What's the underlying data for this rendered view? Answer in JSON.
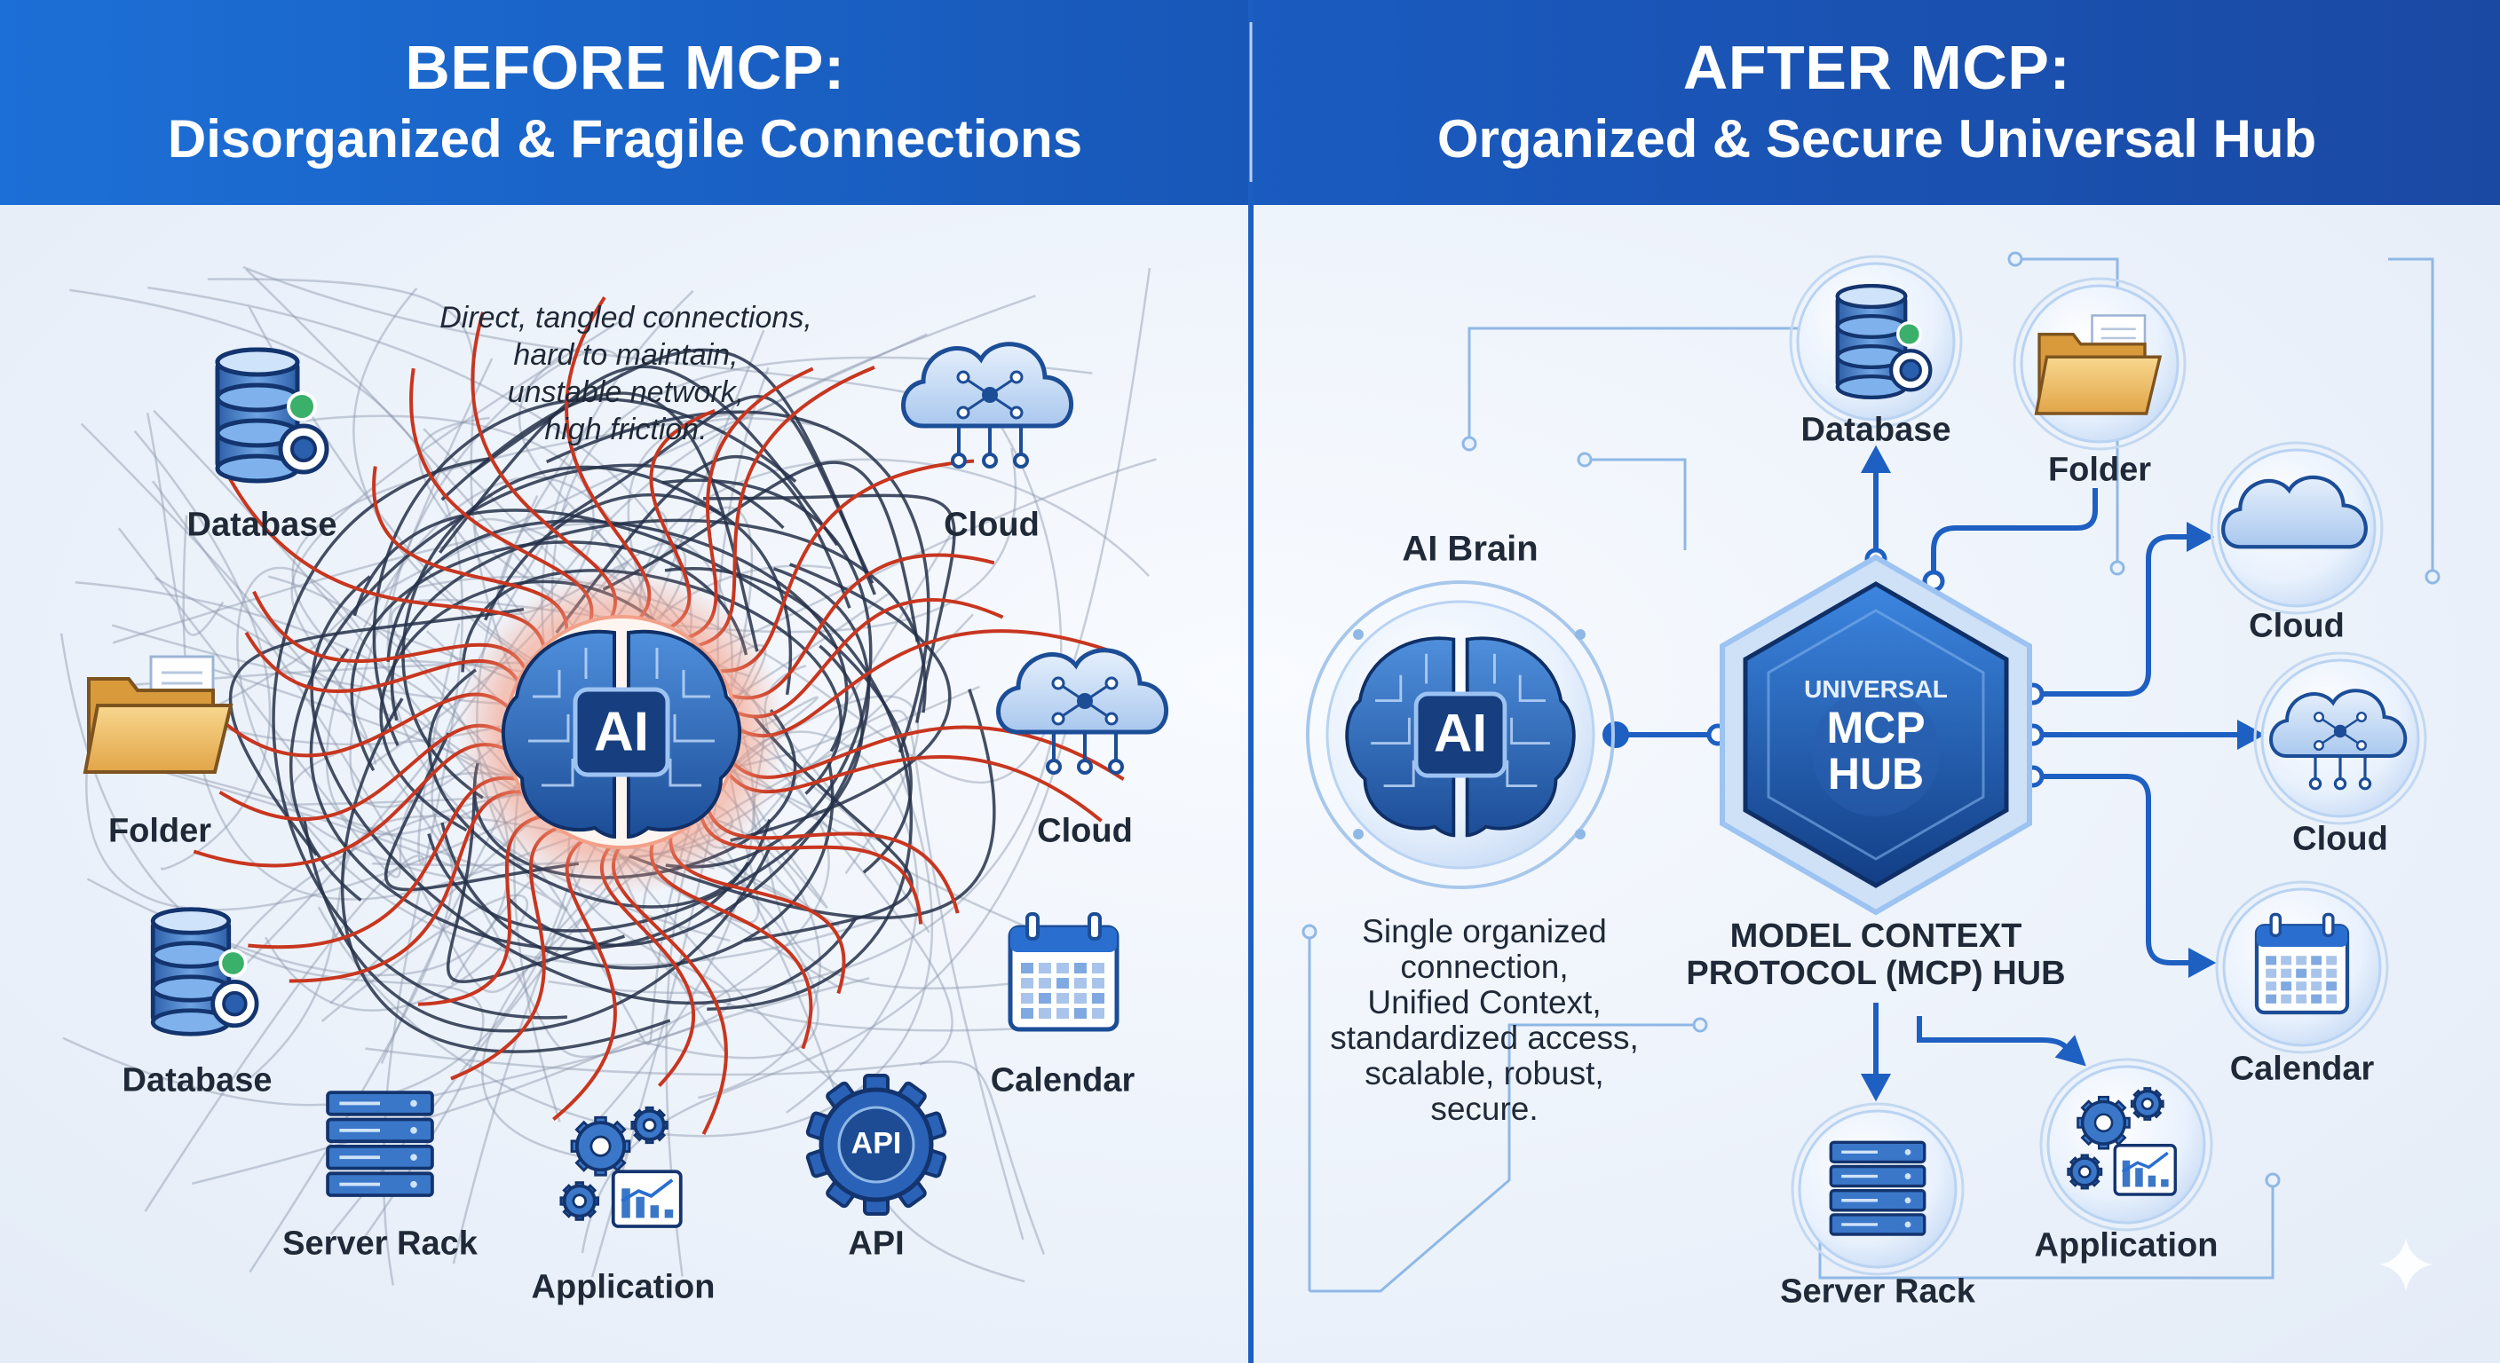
{
  "colors": {
    "header_left": "#1a64c8",
    "header_right": "#1d55b4",
    "accent_blue": "#2563c7",
    "red_glow": "#e8442b",
    "tangle_dark": "#243049",
    "background": "#eef3fa"
  },
  "left": {
    "title_line1": "BEFORE MCP:",
    "title_line2": "Disorganized & Fragile Connections",
    "description": [
      "Direct, tangled connections,",
      "hard to maintain,",
      "unstable network,",
      "high friction."
    ],
    "core_label": "AI",
    "labels": {
      "database_top": "Database",
      "cloud_top": "Cloud",
      "folder": "Folder",
      "cloud_mid": "Cloud",
      "database_bottom": "Database",
      "calendar": "Calendar",
      "server_rack": "Server Rack",
      "application": "Application",
      "api": "API"
    },
    "api_icon_text": "API"
  },
  "right": {
    "title_line1": "AFTER MCP:",
    "title_line2": "Organized & Secure Universal Hub",
    "ai_brain_title": "AI Brain",
    "core_label": "AI",
    "hub_text": [
      "UNIVERSAL",
      "MCP",
      "HUB"
    ],
    "hub_caption": [
      "MODEL CONTEXT",
      "PROTOCOL (MCP) HUB"
    ],
    "description": [
      "Single organized",
      "connection,",
      "Unified Context,",
      "standardized access,",
      "scalable, robust,",
      "secure."
    ],
    "labels": {
      "database": "Database",
      "folder": "Folder",
      "cloud_top": "Cloud",
      "cloud_mid": "Cloud",
      "calendar": "Calendar",
      "application": "Application",
      "server_rack": "Server Rack"
    }
  }
}
